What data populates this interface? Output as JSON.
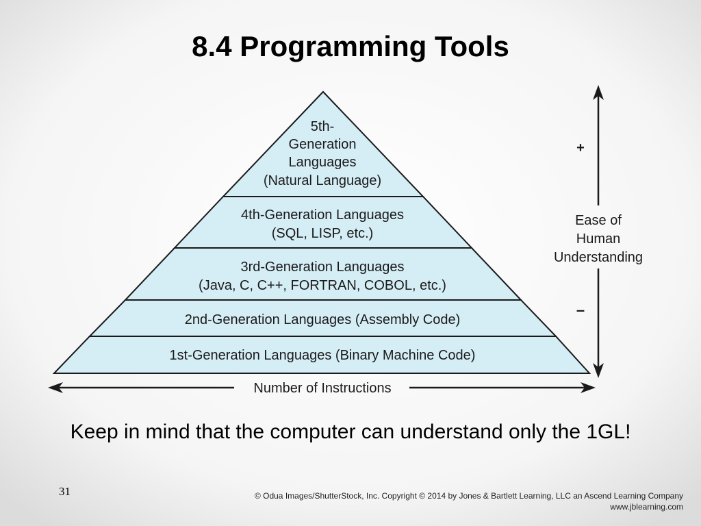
{
  "title": "8.4 Programming Tools",
  "pyramid": {
    "levels": [
      {
        "lines": [
          "5th-",
          "Generation",
          "Languages",
          "(Natural Language)"
        ]
      },
      {
        "lines": [
          "4th-Generation Languages",
          "(SQL, LISP, etc.)"
        ]
      },
      {
        "lines": [
          "3rd-Generation Languages",
          "(Java, C, C++, FORTRAN, COBOL, etc.)"
        ]
      },
      {
        "lines": [
          "2nd-Generation Languages (Assembly Code)"
        ]
      },
      {
        "lines": [
          "1st-Generation Languages (Binary Machine Code)"
        ]
      }
    ],
    "fill_color": "#d5edf5",
    "stroke_color": "#1a1a1a"
  },
  "vertical_axis": {
    "lines": [
      "Ease of",
      "Human",
      "Understanding"
    ],
    "plus": "+",
    "minus": "–"
  },
  "horizontal_axis": {
    "label": "Number of Instructions"
  },
  "caption": "Keep in mind that the computer can understand only the 1GL!",
  "slide_number": "31",
  "copyright": {
    "line1": "© Odua Images/ShutterStock, Inc. Copyright © 2014 by Jones & Bartlett Learning, LLC an Ascend Learning Company",
    "line2": "www.jblearning.com"
  }
}
